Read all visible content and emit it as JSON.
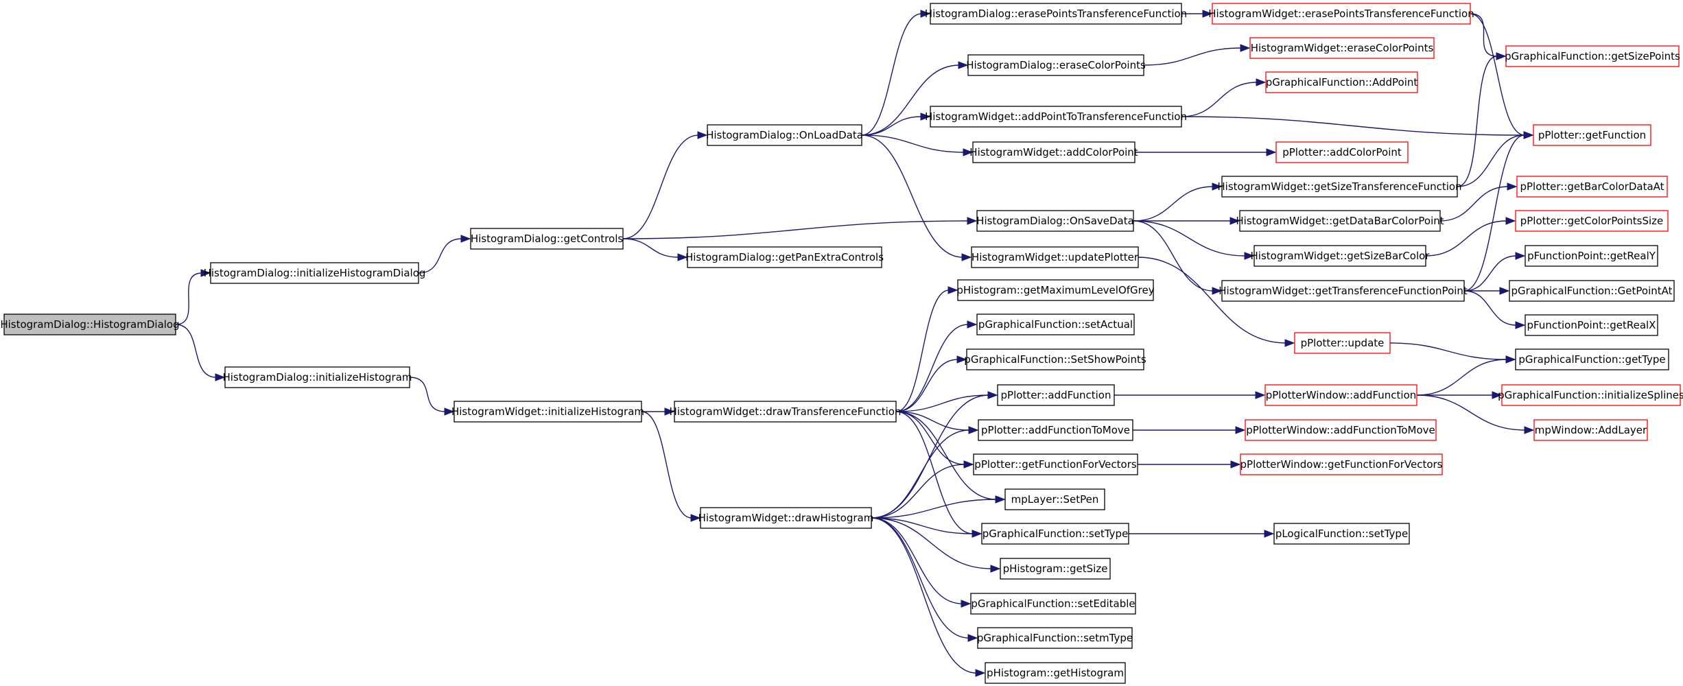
{
  "colors": {
    "background": "#ffffff",
    "edge": "#191970",
    "node_border": "#000000",
    "truncated_border": "#ff0000",
    "root_fill": "#bfbfbf",
    "text": "#000000"
  },
  "graph": {
    "nodes": [
      {
        "id": "n_root",
        "label": "HistogramDialog::HistogramDialog",
        "kind": "root"
      },
      {
        "id": "n_initHD",
        "label": "HistogramDialog::initializeHistogramDialog",
        "kind": "normal"
      },
      {
        "id": "n_initH",
        "label": "HistogramDialog::initializeHistogram",
        "kind": "normal"
      },
      {
        "id": "n_getControls",
        "label": "HistogramDialog::getControls",
        "kind": "normal"
      },
      {
        "id": "n_hwInitH",
        "label": "HistogramWidget::initializeHistogram",
        "kind": "normal"
      },
      {
        "id": "n_onLoad",
        "label": "HistogramDialog::OnLoadData",
        "kind": "normal"
      },
      {
        "id": "n_getPan",
        "label": "HistogramDialog::getPanExtraControls",
        "kind": "normal"
      },
      {
        "id": "n_drawTF",
        "label": "HistogramWidget::drawTransferenceFunction",
        "kind": "normal"
      },
      {
        "id": "n_drawH",
        "label": "HistogramWidget::drawHistogram",
        "kind": "normal"
      },
      {
        "id": "n_hdErasePTF",
        "label": "HistogramDialog::erasePointsTransferenceFunction",
        "kind": "normal"
      },
      {
        "id": "n_hdEraseCP",
        "label": "HistogramDialog::eraseColorPoints",
        "kind": "normal"
      },
      {
        "id": "n_hwAddPTTF",
        "label": "HistogramWidget::addPointToTransferenceFunction",
        "kind": "normal"
      },
      {
        "id": "n_hwAddCP",
        "label": "HistogramWidget::addColorPoint",
        "kind": "normal"
      },
      {
        "id": "n_onSave",
        "label": "HistogramDialog::OnSaveData",
        "kind": "normal"
      },
      {
        "id": "n_hwUpdatePlotter",
        "label": "HistogramWidget::updatePlotter",
        "kind": "normal"
      },
      {
        "id": "n_phMaxGrey",
        "label": "pHistogram::getMaximumLevelOfGrey",
        "kind": "normal"
      },
      {
        "id": "n_pgfSetActual",
        "label": "pGraphicalFunction::setActual",
        "kind": "normal"
      },
      {
        "id": "n_pgfSetShow",
        "label": "pGraphicalFunction::SetShowPoints",
        "kind": "normal"
      },
      {
        "id": "n_ppAddFunc",
        "label": "pPlotter::addFunction",
        "kind": "normal"
      },
      {
        "id": "n_ppAddFTM",
        "label": "pPlotter::addFunctionToMove",
        "kind": "normal"
      },
      {
        "id": "n_ppGetFFV",
        "label": "pPlotter::getFunctionForVectors",
        "kind": "normal"
      },
      {
        "id": "n_mpSetPen",
        "label": "mpLayer::SetPen",
        "kind": "normal"
      },
      {
        "id": "n_pgfSetType",
        "label": "pGraphicalFunction::setType",
        "kind": "normal"
      },
      {
        "id": "n_phGetSize",
        "label": "pHistogram::getSize",
        "kind": "normal"
      },
      {
        "id": "n_pgfSetEditable",
        "label": "pGraphicalFunction::setEditable",
        "kind": "normal"
      },
      {
        "id": "n_pgfSetmType",
        "label": "pGraphicalFunction::setmType",
        "kind": "normal"
      },
      {
        "id": "n_phGetHist",
        "label": "pHistogram::getHistogram",
        "kind": "normal"
      },
      {
        "id": "n_hwErasePTF",
        "label": "HistogramWidget::erasePointsTransferenceFunction",
        "kind": "truncated"
      },
      {
        "id": "n_hwEraseCP",
        "label": "HistogramWidget::eraseColorPoints",
        "kind": "truncated"
      },
      {
        "id": "n_pgfAddPoint",
        "label": "pGraphicalFunction::AddPoint",
        "kind": "truncated"
      },
      {
        "id": "n_ppAddCP",
        "label": "pPlotter::addColorPoint",
        "kind": "truncated"
      },
      {
        "id": "n_hwGetSizeTF",
        "label": "HistogramWidget::getSizeTransferenceFunction",
        "kind": "normal"
      },
      {
        "id": "n_hwGetDBCP",
        "label": "HistogramWidget::getDataBarColorPoint",
        "kind": "normal"
      },
      {
        "id": "n_hwGetSizeBC",
        "label": "HistogramWidget::getSizeBarColor",
        "kind": "normal"
      },
      {
        "id": "n_hwGetTFP",
        "label": "HistogramWidget::getTransferenceFunctionPoint",
        "kind": "normal"
      },
      {
        "id": "n_ppUpdate",
        "label": "pPlotter::update",
        "kind": "truncated"
      },
      {
        "id": "n_ppwAddFunc",
        "label": "pPlotterWindow::addFunction",
        "kind": "truncated"
      },
      {
        "id": "n_ppwAddFTM",
        "label": "pPlotterWindow::addFunctionToMove",
        "kind": "truncated"
      },
      {
        "id": "n_ppwGetFFV",
        "label": "pPlotterWindow::getFunctionForVectors",
        "kind": "truncated"
      },
      {
        "id": "n_plfSetType",
        "label": "pLogicalFunction::setType",
        "kind": "normal"
      },
      {
        "id": "n_pgfGetSizePoints",
        "label": "pGraphicalFunction::getSizePoints",
        "kind": "truncated"
      },
      {
        "id": "n_ppGetFunction",
        "label": "pPlotter::getFunction",
        "kind": "truncated"
      },
      {
        "id": "n_ppGetBarColorDataAt",
        "label": "pPlotter::getBarColorDataAt",
        "kind": "truncated"
      },
      {
        "id": "n_ppGetColorPointsSize",
        "label": "pPlotter::getColorPointsSize",
        "kind": "truncated"
      },
      {
        "id": "n_pfpGetRealY",
        "label": "pFunctionPoint::getRealY",
        "kind": "normal"
      },
      {
        "id": "n_pgfGetPointAt",
        "label": "pGraphicalFunction::GetPointAt",
        "kind": "normal"
      },
      {
        "id": "n_pfpGetRealX",
        "label": "pFunctionPoint::getRealX",
        "kind": "normal"
      },
      {
        "id": "n_pgfGetType",
        "label": "pGraphicalFunction::getType",
        "kind": "normal"
      },
      {
        "id": "n_pgfInitSplines",
        "label": "pGraphicalFunction::initializeSplines",
        "kind": "truncated"
      },
      {
        "id": "n_mpwAddLayer",
        "label": "mpWindow::AddLayer",
        "kind": "truncated"
      }
    ],
    "edges": [
      [
        "n_root",
        "n_initHD"
      ],
      [
        "n_root",
        "n_initH"
      ],
      [
        "n_initHD",
        "n_getControls"
      ],
      [
        "n_initH",
        "n_hwInitH"
      ],
      [
        "n_getControls",
        "n_onLoad"
      ],
      [
        "n_getControls",
        "n_getPan"
      ],
      [
        "n_getControls",
        "n_onSave"
      ],
      [
        "n_hwInitH",
        "n_drawTF"
      ],
      [
        "n_hwInitH",
        "n_drawH"
      ],
      [
        "n_onLoad",
        "n_hdErasePTF"
      ],
      [
        "n_onLoad",
        "n_hdEraseCP"
      ],
      [
        "n_onLoad",
        "n_hwAddPTTF"
      ],
      [
        "n_onLoad",
        "n_hwAddCP"
      ],
      [
        "n_onLoad",
        "n_hwUpdatePlotter"
      ],
      [
        "n_hdErasePTF",
        "n_hwErasePTF"
      ],
      [
        "n_hdEraseCP",
        "n_hwEraseCP"
      ],
      [
        "n_hwAddPTTF",
        "n_pgfAddPoint"
      ],
      [
        "n_hwAddPTTF",
        "n_ppGetFunction"
      ],
      [
        "n_hwAddCP",
        "n_ppAddCP"
      ],
      [
        "n_hwErasePTF",
        "n_pgfGetSizePoints"
      ],
      [
        "n_hwErasePTF",
        "n_ppGetFunction"
      ],
      [
        "n_onSave",
        "n_hwGetSizeTF"
      ],
      [
        "n_onSave",
        "n_hwGetDBCP"
      ],
      [
        "n_onSave",
        "n_hwGetSizeBC"
      ],
      [
        "n_onSave",
        "n_hwGetTFP"
      ],
      [
        "n_hwGetSizeTF",
        "n_pgfGetSizePoints"
      ],
      [
        "n_hwGetSizeTF",
        "n_ppGetFunction"
      ],
      [
        "n_hwGetDBCP",
        "n_ppGetBarColorDataAt"
      ],
      [
        "n_hwGetSizeBC",
        "n_ppGetColorPointsSize"
      ],
      [
        "n_hwGetTFP",
        "n_ppGetFunction"
      ],
      [
        "n_hwGetTFP",
        "n_pfpGetRealY"
      ],
      [
        "n_hwGetTFP",
        "n_pgfGetPointAt"
      ],
      [
        "n_hwGetTFP",
        "n_pfpGetRealX"
      ],
      [
        "n_hwUpdatePlotter",
        "n_ppUpdate"
      ],
      [
        "n_ppUpdate",
        "n_pgfGetType"
      ],
      [
        "n_drawTF",
        "n_phMaxGrey"
      ],
      [
        "n_drawTF",
        "n_pgfSetActual"
      ],
      [
        "n_drawTF",
        "n_pgfSetShow"
      ],
      [
        "n_drawTF",
        "n_ppAddFunc"
      ],
      [
        "n_drawTF",
        "n_ppAddFTM"
      ],
      [
        "n_drawTF",
        "n_ppGetFFV"
      ],
      [
        "n_drawTF",
        "n_mpSetPen"
      ],
      [
        "n_drawTF",
        "n_pgfSetType"
      ],
      [
        "n_drawH",
        "n_ppAddFunc"
      ],
      [
        "n_drawH",
        "n_ppAddFTM"
      ],
      [
        "n_drawH",
        "n_ppGetFFV"
      ],
      [
        "n_drawH",
        "n_mpSetPen"
      ],
      [
        "n_drawH",
        "n_pgfSetType"
      ],
      [
        "n_drawH",
        "n_phGetSize"
      ],
      [
        "n_drawH",
        "n_pgfSetEditable"
      ],
      [
        "n_drawH",
        "n_pgfSetmType"
      ],
      [
        "n_drawH",
        "n_phGetHist"
      ],
      [
        "n_ppAddFunc",
        "n_ppwAddFunc"
      ],
      [
        "n_ppAddFTM",
        "n_ppwAddFTM"
      ],
      [
        "n_ppGetFFV",
        "n_ppwGetFFV"
      ],
      [
        "n_pgfSetType",
        "n_plfSetType"
      ],
      [
        "n_ppwAddFunc",
        "n_pgfGetType"
      ],
      [
        "n_ppwAddFunc",
        "n_pgfInitSplines"
      ],
      [
        "n_ppwAddFunc",
        "n_mpwAddLayer"
      ]
    ]
  }
}
